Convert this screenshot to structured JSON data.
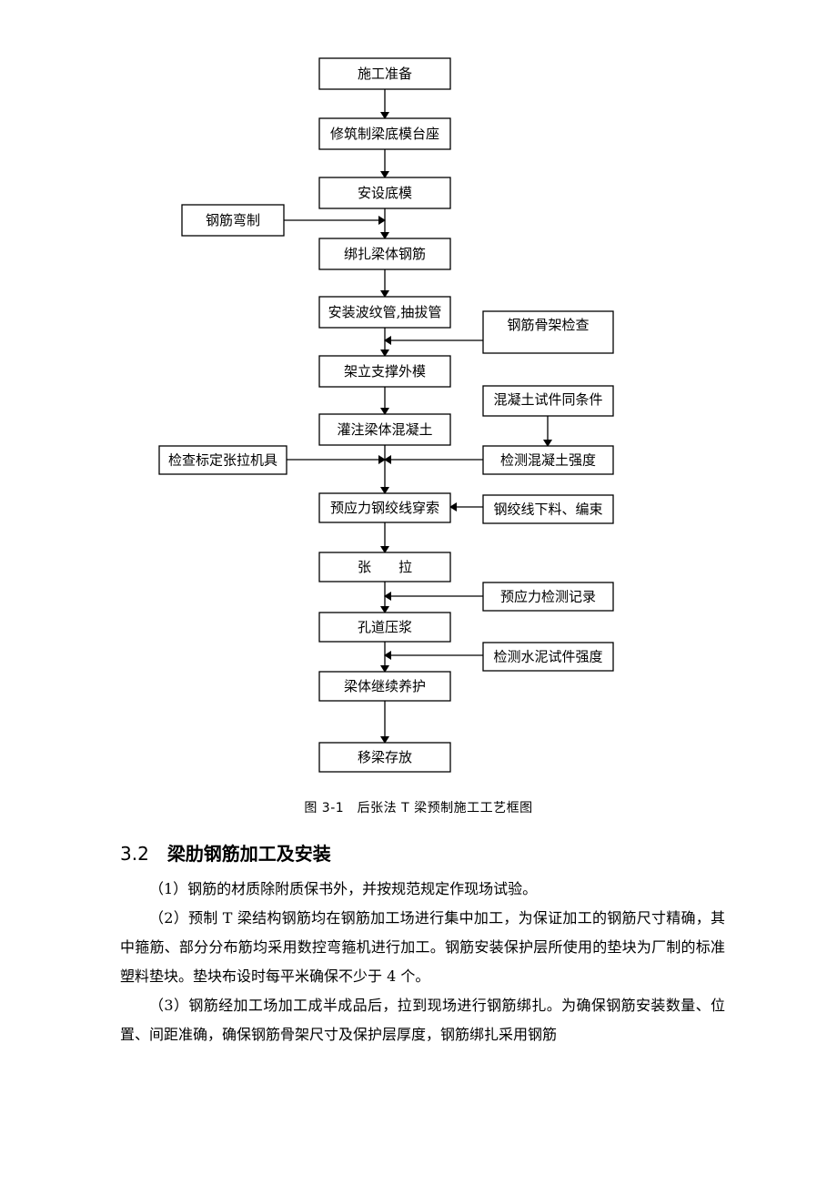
{
  "flowchart": {
    "nodes": [
      {
        "id": "n1",
        "label": "施工准备"
      },
      {
        "id": "n2",
        "label": "修筑制梁底模台座"
      },
      {
        "id": "n3",
        "label": "安设底模"
      },
      {
        "id": "n4",
        "label": "钢筋弯制"
      },
      {
        "id": "n5",
        "label": "绑扎梁体钢筋"
      },
      {
        "id": "n6",
        "label": "安装波纹管,抽拔管"
      },
      {
        "id": "n7",
        "label": "钢筋骨架检查"
      },
      {
        "id": "n8",
        "label": "架立支撑外模"
      },
      {
        "id": "n9",
        "label": "混凝土试件同条件"
      },
      {
        "id": "n10",
        "label": "灌注梁体混凝土"
      },
      {
        "id": "n11",
        "label": "检查标定张拉机具"
      },
      {
        "id": "n12",
        "label": "检测混凝土强度"
      },
      {
        "id": "n13",
        "label": "预应力钢绞线穿索"
      },
      {
        "id": "n14",
        "label": "钢绞线下料、编束"
      },
      {
        "id": "n15",
        "label": "张　　拉"
      },
      {
        "id": "n16",
        "label": "预应力检测记录"
      },
      {
        "id": "n17",
        "label": "孔道压浆"
      },
      {
        "id": "n18",
        "label": "检测水泥试件强度"
      },
      {
        "id": "n19",
        "label": "梁体继续养护"
      },
      {
        "id": "n20",
        "label": "移梁存放"
      }
    ],
    "edges": [
      {
        "from": "n1",
        "to": "n2"
      },
      {
        "from": "n2",
        "to": "n3"
      },
      {
        "from": "n3",
        "to": "n5"
      },
      {
        "from": "n4",
        "to": "n5"
      },
      {
        "from": "n5",
        "to": "n6"
      },
      {
        "from": "n6",
        "to": "n8"
      },
      {
        "from": "n7",
        "to": "n8"
      },
      {
        "from": "n8",
        "to": "n10"
      },
      {
        "from": "n9",
        "to": "n12"
      },
      {
        "from": "n10",
        "to": "n13"
      },
      {
        "from": "n11",
        "to": "n13"
      },
      {
        "from": "n12",
        "to": "n13"
      },
      {
        "from": "n13",
        "to": "n15"
      },
      {
        "from": "n14",
        "to": "n13"
      },
      {
        "from": "n15",
        "to": "n17"
      },
      {
        "from": "n16",
        "to": "n17"
      },
      {
        "from": "n17",
        "to": "n19"
      },
      {
        "from": "n18",
        "to": "n19"
      },
      {
        "from": "n19",
        "to": "n20"
      }
    ]
  },
  "caption": "图 3-1　后张法 T 梁预制施工工艺框图",
  "section": {
    "number": "3.2",
    "title": "梁肋钢筋加工及安装"
  },
  "paragraphs": [
    "（1）钢筋的材质除附质保书外，并按规范规定作现场试验。",
    "（2）预制 T 梁结构钢筋均在钢筋加工场进行集中加工，为保证加工的钢筋尺寸精确，其中箍筋、部分分布筋均采用数控弯箍机进行加工。钢筋安装保护层所使用的垫块为厂制的标准塑料垫块。垫块布设时每平米确保不少于 4 个。",
    "（3）钢筋经加工场加工成半成品后，拉到现场进行钢筋绑扎。为确保钢筋安装数量、位置、间距准确，确保钢筋骨架尺寸及保护层厚度，钢筋绑扎采用钢筋"
  ]
}
